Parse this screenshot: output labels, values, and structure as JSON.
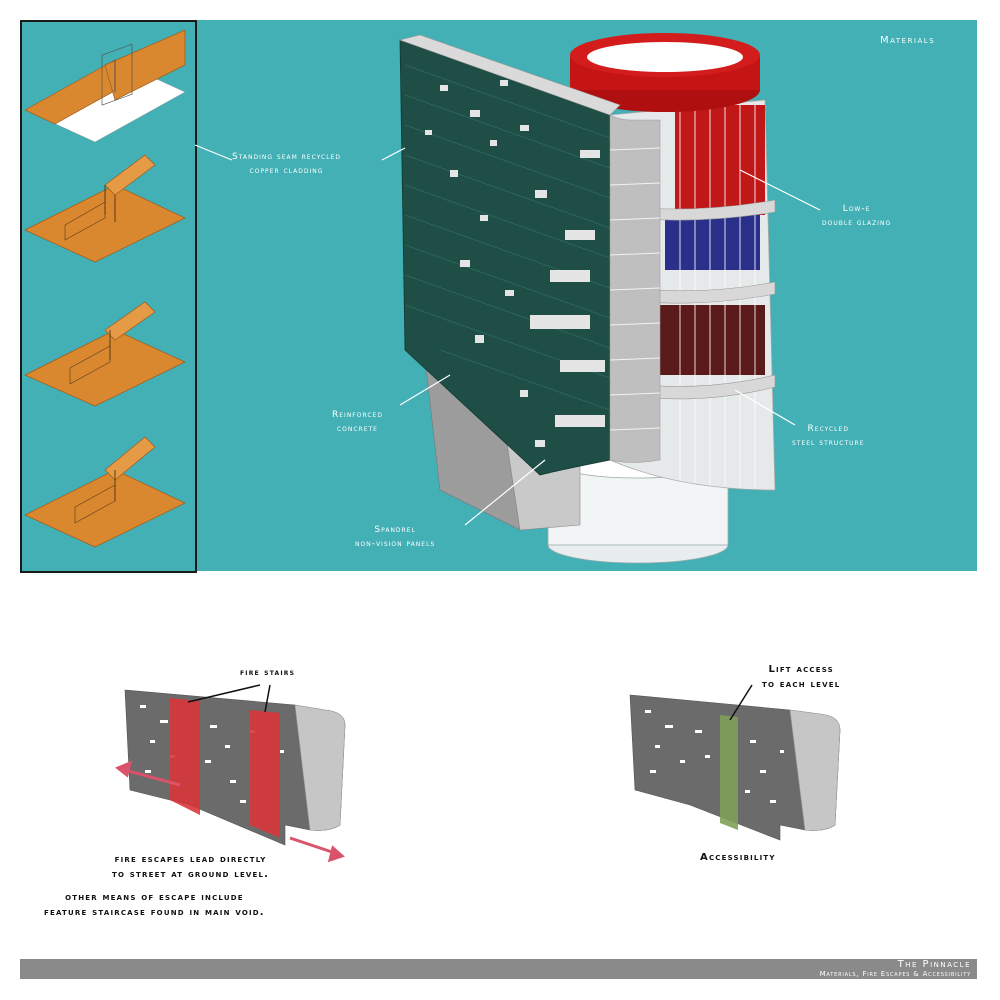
{
  "panel_title": "Materials",
  "labels": {
    "standing_seam": [
      "Standing seam recycled",
      "copper cladding"
    ],
    "low_e": [
      "Low-e",
      "double glazing"
    ],
    "reinforced_concrete": [
      "Reinforced",
      "concrete"
    ],
    "recycled_steel": [
      "Recycled",
      "steel structure"
    ],
    "spandrel": [
      "Spandrel",
      "non-vision panels"
    ]
  },
  "fire": {
    "stairs_label": "fire stairs",
    "caption_1": [
      "fire escapes lead directly",
      "to street at ground level."
    ],
    "caption_2": [
      "other means of escape include",
      "feature staircase found in main void."
    ]
  },
  "access": {
    "lift_label": [
      "Lift access",
      "to each level"
    ],
    "caption": "Accessibility"
  },
  "footer": {
    "title": "The Pinnacle",
    "subtitle": "Materials, Fire Escapes & Accessibility"
  },
  "colors": {
    "background_teal": "#43b0b5",
    "copper": "#d9882f",
    "cladding_green": "#1e4e45",
    "fire_red": "#d9363a",
    "lift_green": "#7fa05a"
  }
}
